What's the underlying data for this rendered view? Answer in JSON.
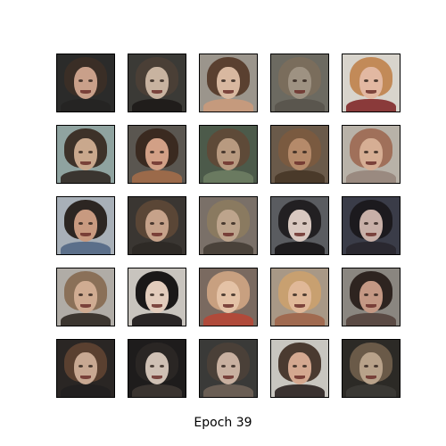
{
  "caption": "Epoch 39",
  "grid": {
    "rows": 5,
    "cols": 5
  },
  "samples": [
    {
      "bg": "#2b2b2a",
      "hair": "#3a2e26",
      "face": "#c9a08a",
      "shoulders": "#252423"
    },
    {
      "bg": "#3b3a36",
      "hair": "#4a3f36",
      "face": "#c8b3a0",
      "shoulders": "#201d1b"
    },
    {
      "bg": "#9b958c",
      "hair": "#5a4030",
      "face": "#d8b8a0",
      "shoulders": "#c59a7d"
    },
    {
      "bg": "#6c6a61",
      "hair": "#7a6d5c",
      "face": "#9e9282",
      "shoulders": "#5a564e"
    },
    {
      "bg": "#d8d4cc",
      "hair": "#c28a58",
      "face": "#e2b8a2",
      "shoulders": "#8a3a3a"
    },
    {
      "bg": "#8fa3a0",
      "hair": "#3d3229",
      "face": "#c9a88d",
      "shoulders": "#3a3530"
    },
    {
      "bg": "#5a5650",
      "hair": "#3a2a20",
      "face": "#d2a086",
      "shoulders": "#9b6a4a"
    },
    {
      "bg": "#4c5a4a",
      "hair": "#5e4a38",
      "face": "#b89a80",
      "shoulders": "#6a7a60"
    },
    {
      "bg": "#6a5a4a",
      "hair": "#7a5a40",
      "face": "#b58a6a",
      "shoulders": "#4a3a2a"
    },
    {
      "bg": "#b8b2a8",
      "hair": "#a0705a",
      "face": "#d6ae94",
      "shoulders": "#9a8a80"
    },
    {
      "bg": "#a8b0b8",
      "hair": "#2c2622",
      "face": "#c89a80",
      "shoulders": "#5b6f8a"
    },
    {
      "bg": "#3a3632",
      "hair": "#5a4636",
      "face": "#c6a28a",
      "shoulders": "#2e2a26"
    },
    {
      "bg": "#7a7068",
      "hair": "#8a7a60",
      "face": "#bda48c",
      "shoulders": "#4a423a"
    },
    {
      "bg": "#5a5c60",
      "hair": "#222022",
      "face": "#d8c8c0",
      "shoulders": "#1e1c1e"
    },
    {
      "bg": "#3a3c48",
      "hair": "#1c1a1e",
      "face": "#c8b0a8",
      "shoulders": "#2a2830"
    },
    {
      "bg": "#b0aca6",
      "hair": "#8a7058",
      "face": "#d0ac92",
      "shoulders": "#3c3630"
    },
    {
      "bg": "#c8c4be",
      "hair": "#1a1818",
      "face": "#e2ccbc",
      "shoulders": "#2a2626"
    },
    {
      "bg": "#7a6a60",
      "hair": "#c8a080",
      "face": "#e4c2a6",
      "shoulders": "#b04a3a"
    },
    {
      "bg": "#a89886",
      "hair": "#c8a070",
      "face": "#e0b898",
      "shoulders": "#a06a50"
    },
    {
      "bg": "#8a8680",
      "hair": "#2e2420",
      "face": "#c49884",
      "shoulders": "#5a4a44"
    },
    {
      "bg": "#2a2624",
      "hair": "#5a4030",
      "face": "#c8a892",
      "shoulders": "#222020"
    },
    {
      "bg": "#1e1c1c",
      "hair": "#2a2624",
      "face": "#cfc0b4",
      "shoulders": "#3a3430"
    },
    {
      "bg": "#3a3a38",
      "hair": "#4a4038",
      "face": "#c8b0a0",
      "shoulders": "#6a5e54"
    },
    {
      "bg": "#c8c6c0",
      "hair": "#4a3a30",
      "face": "#d4a890",
      "shoulders": "#3a3230"
    },
    {
      "bg": "#2c2a26",
      "hair": "#6a5a48",
      "face": "#b8a28a",
      "shoulders": "#3a3834"
    }
  ]
}
